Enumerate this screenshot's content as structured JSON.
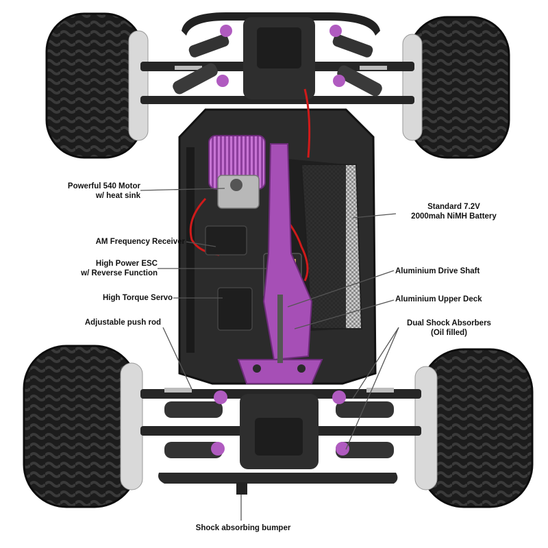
{
  "colors": {
    "chassis": "#2b2b2b",
    "tire": "#1c1c1c",
    "accent_purple": "#b05bc0",
    "deck_purple": "#a64fb6",
    "wire_red": "#d01a1a",
    "leader_line": "#555555",
    "background": "#ffffff"
  },
  "labels": {
    "motor": {
      "line1": "Powerful 540 Motor",
      "line2": "w/ heat sink"
    },
    "battery": {
      "line1": "Standard 7.2V",
      "line2": "2000mah NiMH Battery"
    },
    "receiver": {
      "line1": "AM Frequency Receiver"
    },
    "esc": {
      "line1": "High Power ESC",
      "line2": "w/ Reverse Function"
    },
    "drive_shaft": {
      "line1": "Aluminium Drive Shaft"
    },
    "servo": {
      "line1": "High Torque Servo"
    },
    "upper_deck": {
      "line1": "Aluminium Upper Deck"
    },
    "push_rod": {
      "line1": "Adjustable push rod"
    },
    "shocks": {
      "line1": "Dual Shock Absorbers",
      "line2": "(Oil filled)"
    },
    "bumper": {
      "line1": "Shock absorbing bumper"
    }
  }
}
